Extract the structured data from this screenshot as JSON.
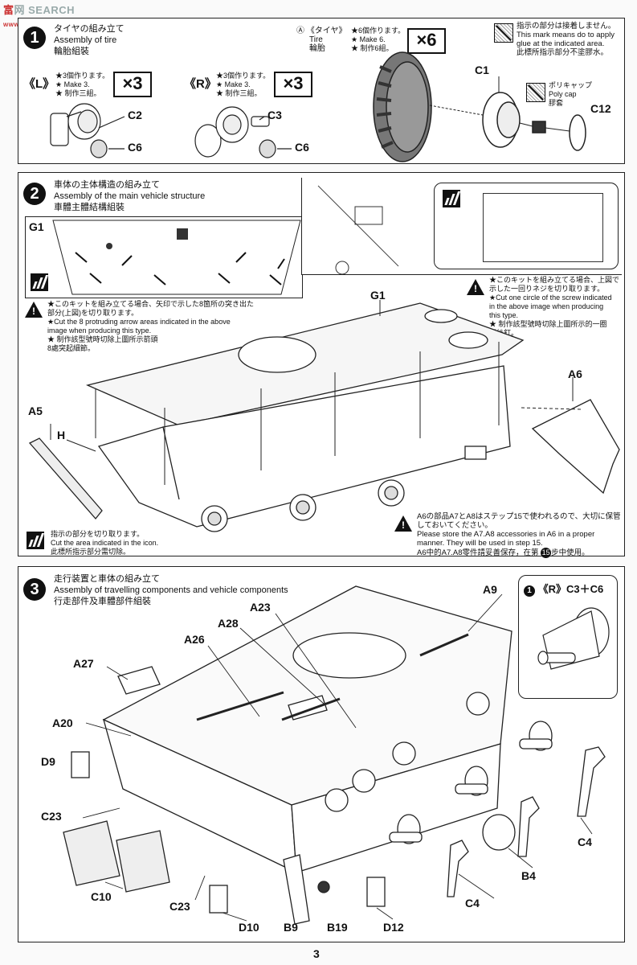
{
  "watermark": {
    "prefix": "富",
    "rest": "网 SEARCH",
    "url": "www.shhbe.com"
  },
  "page_number": "3",
  "step1": {
    "number": "1",
    "title_jp": "タイヤの組み立て",
    "title_en": "Assembly of tire",
    "title_cn": "輪胎組裝",
    "left": {
      "label": "《L》",
      "jp": "★3個作ります。",
      "en": "★ Make 3.",
      "cn": "★ 制作三組。",
      "multiplier": "×3",
      "parts": [
        "C2",
        "C6"
      ]
    },
    "right": {
      "label": "《R》",
      "jp": "★3個作ります。",
      "en": "★ Make 3.",
      "cn": "★ 制作三組。",
      "multiplier": "×3",
      "parts": [
        "C3",
        "C6"
      ]
    },
    "tire": {
      "circle": "A",
      "jp": "《タイヤ》",
      "en": "Tire",
      "cn": "輪胎",
      "note_jp": "★6個作ります。",
      "note_en": "★ Make 6.",
      "note_cn": "★ 制作6組。",
      "multiplier": "×6"
    },
    "glue_note": {
      "jp": "指示の部分は接着しません。",
      "en1": "This mark means do to apply",
      "en2": "glue at the indicated area.",
      "cn": "此標所指示部分不塗膠水。"
    },
    "polycap": {
      "jp": "ポリキャップ",
      "en1": "Poly cap",
      "cn": "膠套"
    },
    "parts": {
      "c1": "C1",
      "c12": "C12"
    }
  },
  "step2": {
    "number": "2",
    "title_jp": "車体の主体構造の組み立て",
    "title_en": "Assembly of the main vehicle structure",
    "title_cn": "車體主體結構組裝",
    "inset_label": "G1",
    "warn_left": {
      "jp1": "★このキットを組み立てる場合、矢印で示した8箇所の突き出た",
      "jp2": "部分(上図)を切り取ります。",
      "en1": "★Cut the 8 protruding arrow areas indicated in the above",
      "en2": "image when producing this type.",
      "cn1": "★ 制作該型號時切除上圖所示箭頭",
      "cn2": "8處突起細節。"
    },
    "warn_right": {
      "jp1": "★このキットを組み立てる場合、上図で",
      "jp2": "示した一回りネジを切り取ります。",
      "en1": "★Cut one circle of the screw indicated",
      "en2": "in the above image when producing",
      "en3": "this type.",
      "cn1": "★ 制作該型號時切除上圖所示的一圈",
      "cn2": "螺絲釘。"
    },
    "labels": {
      "g1": "G1",
      "a6": "A6",
      "a5": "A5",
      "h": "H"
    },
    "cut_note": {
      "jp": "指示の部分を切り取ります。",
      "en": "Cut the area indicated in the icon.",
      "cn": "此標所指示部分需切除。"
    },
    "store_note": {
      "jp1": "A6の部品A7とA8はステップ15で使われるので、大切に保管",
      "jp2": "しておいてください。",
      "en1": "Please store the A7.A8 accessories in A6 in a proper",
      "en2": "manner. They will be used in step 15.",
      "cn1": "A6中的A7.A8零件請妥善保存，在第",
      "step_ref": "15",
      "cn2": "步中使用。"
    }
  },
  "step3": {
    "number": "3",
    "title_jp": "走行装置と車体の組み立て",
    "title_en": "Assembly of travelling components and vehicle components",
    "title_cn": "行走部件及車體部件組裝",
    "inset": {
      "num": "1",
      "text": "《R》C3＋C6"
    },
    "labels": [
      "A9",
      "A23",
      "A28",
      "A26",
      "A27",
      "A20",
      "D9",
      "C23",
      "C10",
      "C23",
      "D10",
      "B9",
      "B19",
      "D12",
      "C4",
      "B4",
      "C4"
    ]
  }
}
